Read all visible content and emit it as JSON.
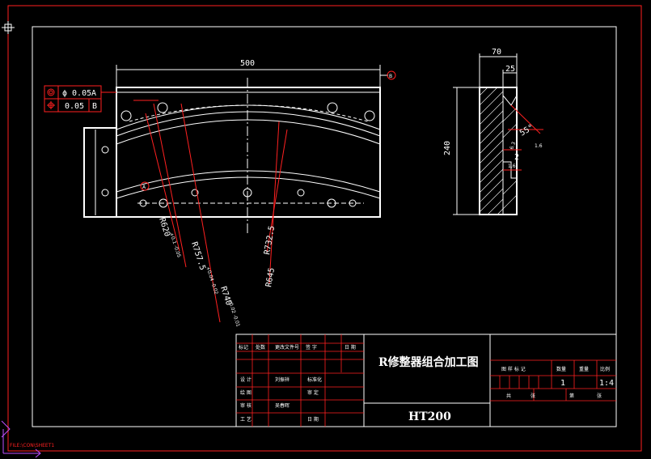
{
  "drawing": {
    "title": "R修整器组合加工图",
    "material": "HT200",
    "scale_value": "1:4",
    "quantity_value": "1",
    "status_label": "FILE:\\CON\\SHEET1"
  },
  "dimensions": {
    "width": "500",
    "height": "240",
    "depth_total": "70",
    "depth_inner": "25",
    "angle": "55°",
    "depth_small": "6.3",
    "pos_2": "2",
    "roughness_1": "1.6",
    "roughness_2": "1.6",
    "r620": "R620",
    "r620_tol": "+0.1 -0.05",
    "r757": "R757.5",
    "r757_tol": "+0.04 -0.02",
    "r740": "R740",
    "r740_tol": "+0.02 -0.01",
    "r732": "R732.5",
    "r645": "R645"
  },
  "datums": {
    "a": "A",
    "b": "B"
  },
  "tolerance_frames": [
    {
      "symbol": "◎",
      "value": "ϕ 0.05",
      "datum": "A"
    },
    {
      "symbol": "⌖",
      "value": "0.05",
      "datum": "B"
    }
  ],
  "title_block": {
    "rows": [
      [
        "标记",
        "处数",
        "更改文件号",
        "签 字",
        "日 期"
      ],
      [
        "设 计",
        "刘振祥",
        "标准化",
        "",
        ""
      ],
      [
        "绘 图",
        "",
        "审 定",
        "",
        ""
      ],
      [
        "审 核",
        "吴春晖",
        "",
        "",
        ""
      ],
      [
        "工 艺",
        "",
        "日 期",
        "",
        ""
      ]
    ],
    "right_headers": [
      "图 样 标 记",
      "数量",
      "重量",
      "比例"
    ],
    "sheet_labels": [
      "共",
      "张",
      "第",
      "张"
    ]
  }
}
